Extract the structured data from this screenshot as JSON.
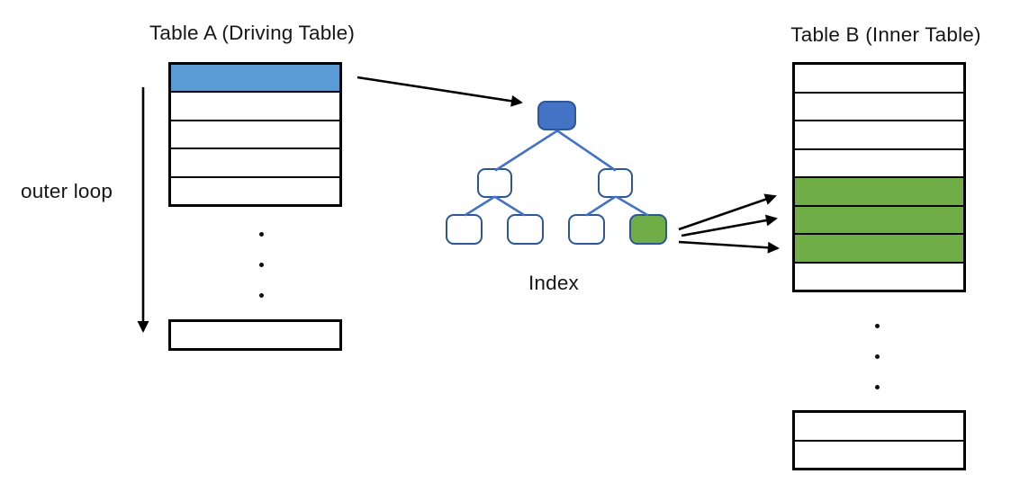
{
  "colors": {
    "row_highlight_blue": "#5B9BD5",
    "row_highlight_green": "#70AD47",
    "node_root_blue": "#4472C4",
    "node_border_blue": "#2E5597",
    "edge_blue": "#4472C4"
  },
  "table_a": {
    "title": "Table A (Driving Table)",
    "main_rows": [
      "highlight-blue",
      "plain",
      "plain",
      "plain",
      "plain"
    ],
    "ellipsis": {
      "count": 3
    },
    "bottom_rows": [
      "plain"
    ]
  },
  "table_b": {
    "title": "Table B (Inner Table)",
    "main_rows": [
      "plain",
      "plain",
      "plain",
      "plain",
      "highlight-green",
      "highlight-green",
      "highlight-green",
      "plain"
    ],
    "ellipsis": {
      "count": 3
    },
    "bottom_rows": [
      "plain",
      "plain"
    ]
  },
  "outer_loop": {
    "label": "outer loop"
  },
  "index_tree": {
    "label": "Index",
    "nodes": [
      {
        "id": "root",
        "level": 0,
        "state": "visited-blue"
      },
      {
        "id": "internal-left",
        "level": 1,
        "state": "plain"
      },
      {
        "id": "internal-right",
        "level": 1,
        "state": "plain"
      },
      {
        "id": "leaf-1",
        "level": 2,
        "state": "plain"
      },
      {
        "id": "leaf-2",
        "level": 2,
        "state": "plain"
      },
      {
        "id": "leaf-3",
        "level": 2,
        "state": "plain"
      },
      {
        "id": "leaf-4",
        "level": 2,
        "state": "found-green"
      }
    ]
  }
}
